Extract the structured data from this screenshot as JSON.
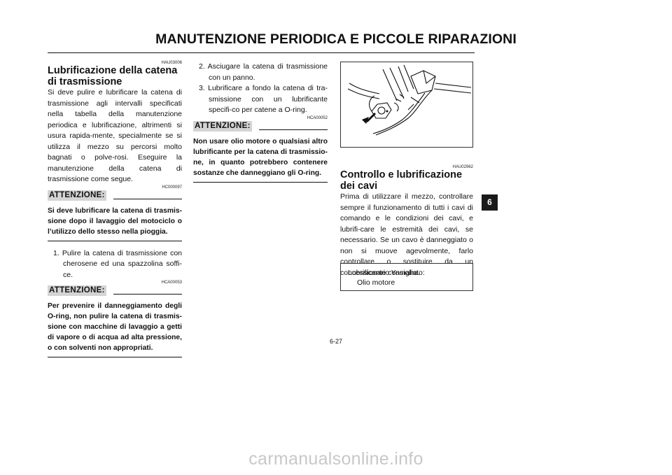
{
  "header": {
    "title": "MANUTENZIONE PERIODICA E PICCOLE RIPARAZIONI"
  },
  "col1": {
    "code1": "HAU03006",
    "heading": "Lubrificazione della catena di trasmissione",
    "intro": "Si deve pulire e lubrificare la catena di trasmissione agli intervalli specificati nella tabella della manutenzione periodica e lubrificazione, altrimenti si usura rapida-mente, specialmente se si utilizza il mezzo su percorsi molto bagnati o polve-rosi. Eseguire la manutenzione della catena di trasmissione come segue.",
    "code2": "HC000097",
    "attn1_label": "ATTENZIONE:",
    "attn1_text": "Si deve lubrificare la catena di trasmis-sione dopo il lavaggio del motociclo o l’utilizzo dello stesso nella pioggia.",
    "step1": "1. Pulire la catena di trasmissione con cherosene ed una spazzolina soffi-ce.",
    "code3": "HCA00053",
    "attn2_label": "ATTENZIONE:",
    "attn2_text": "Per prevenire il danneggiamento degli O-ring, non pulire la catena di trasmis-sione con macchine di lavaggio a getti di vapore o di acqua ad alta pressione, o con solventi non appropriati."
  },
  "col2": {
    "step2": "2. Asciugare la catena di trasmissione con un panno.",
    "step3": "3. Lubrificare a fondo la catena di tra-smissione con un lubrificante specifi-co per catene a O-ring.",
    "code": "HCA00052",
    "attn_label": "ATTENZIONE:",
    "attn_text": "Non usare olio motore o qualsiasi altro lubrificante per la catena di trasmissio-ne, in quanto potrebbero contenere sostanze che danneggiano gli O-ring."
  },
  "col3": {
    "code": "HAU02962",
    "heading": "Controllo e lubrificazione dei cavi",
    "body": "Prima di utilizzare il mezzo, controllare sempre il funzionamento di tutti i cavi di comando e le condizioni dei cavi, e lubrifi-care le estremità dei cavi, se necessario. Se un cavo è danneggiato o non si muove agevolmente, farlo controllare o sostituire da un concessionario Yamaha.",
    "lube_label": "Lubrificante consigliato:",
    "lube_value": "Olio motore"
  },
  "page_number": "6-27",
  "section_tab": "6",
  "watermark": "carmanualsonline.info"
}
